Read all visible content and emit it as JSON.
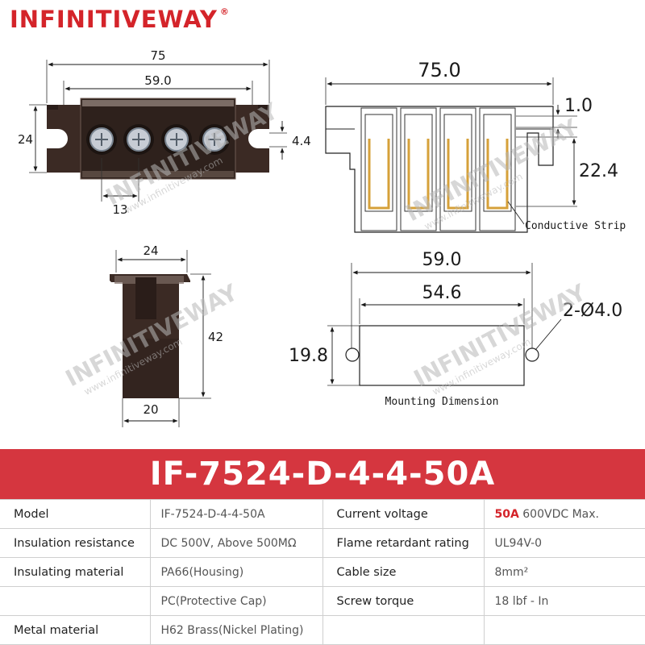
{
  "brand": {
    "name": "INFINITIVEWAY",
    "registered": "®"
  },
  "watermark": {
    "main": "INFINITIVEWAY",
    "sub": "www.infinitiveway.com"
  },
  "drawings": {
    "front": {
      "overall": "75",
      "pitch_span": "59.0",
      "height": "24",
      "slot": "4.4",
      "pitch": "13"
    },
    "side": {
      "overall": "75.0",
      "top": "1.0",
      "strip_height": "22.4",
      "callout": "Conductive Strip"
    },
    "end": {
      "width_top": "24",
      "height": "42",
      "width_bottom": "20"
    },
    "mounting": {
      "hole_span": "59.0",
      "inner_span": "54.6",
      "holes": "2-Ø4.0",
      "height": "19.8",
      "caption": "Mounting Dimension"
    }
  },
  "product": {
    "title": "IF-7524-D-4-4-50A"
  },
  "specs": [
    {
      "label1": "Model",
      "value1": "IF-7524-D-4-4-50A",
      "label2": "Current voltage",
      "value2_hl": "50A",
      "value2": " 600VDC Max."
    },
    {
      "label1": "Insulation resistance",
      "value1": "DC 500V, Above 500MΩ",
      "label2": "Flame retardant rating",
      "value2_hl": "",
      "value2": "UL94V-0"
    },
    {
      "label1": "Insulating material",
      "value1": "PA66(Housing)",
      "label2": "Cable size",
      "value2_hl": "",
      "value2": "8mm²"
    },
    {
      "label1": "",
      "value1": "PC(Protective Cap)",
      "label2": "Screw torque",
      "value2_hl": "",
      "value2": "18 lbf - In"
    },
    {
      "label1": "Metal material",
      "value1": "H62 Brass(Nickel Plating)",
      "label2": "",
      "value2_hl": "",
      "value2": ""
    }
  ],
  "colors": {
    "accent": "#d5363f",
    "brand": "#d4242a",
    "housing": "#3b2a24"
  }
}
